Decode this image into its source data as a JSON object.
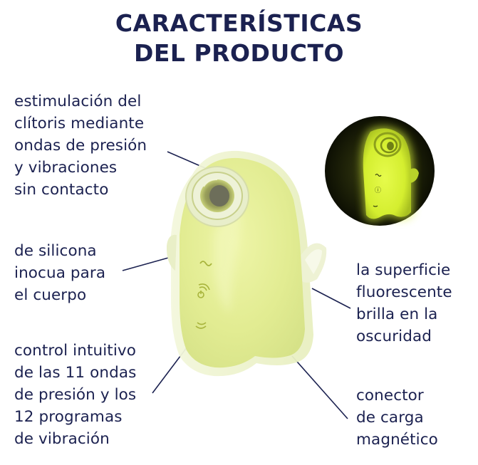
{
  "title": {
    "line1": "CARACTERÍSTICAS",
    "line2": "DEL PRODUCTO"
  },
  "colors": {
    "text": "#1b2150",
    "device_body": "#e4ee9a",
    "device_edge": "#f1f6cf",
    "glow": "#d9f23a",
    "glow_bg": "#1c1f06",
    "leader_line": "#1b2150"
  },
  "callouts": {
    "stimulation": "estimulación del\nclítoris mediante\nondas de presión\ny vibraciones\nsin contacto",
    "silicone": "de silicona\ninocua para\nel cuerpo",
    "control": "control intuitivo\nde las 11 ondas\nde presión y los\n12 programas\nde vibración",
    "glow": "la superficie\nfluorescente\nbrilla en la\noscuridad",
    "charging": "conector\nde carga\nmagnético"
  },
  "device": {
    "icons": [
      "wave-icon",
      "power-vibration-icon",
      "pressure-wave-icon"
    ]
  }
}
